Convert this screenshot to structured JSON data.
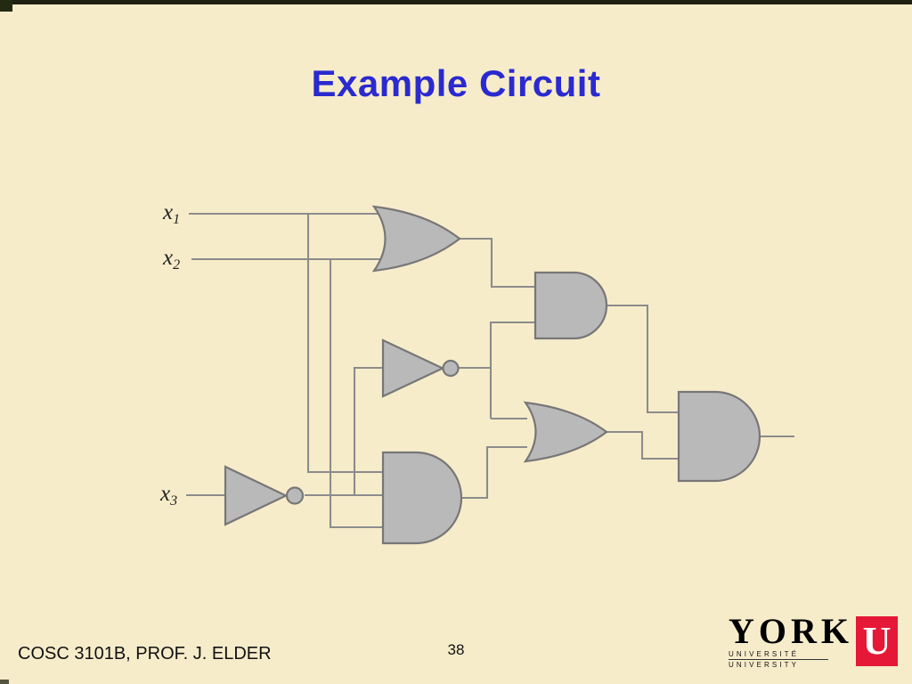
{
  "slide": {
    "title": "Example Circuit",
    "footer": {
      "course": "COSC 3101B, PROF. J. ELDER",
      "page_number": "38"
    },
    "logo": {
      "wordmark": "YORK",
      "emblem_letter": "U",
      "subtext_fr": "UNIVERSITÉ",
      "subtext_en": "UNIVERSITY"
    },
    "colors": {
      "background": "#f7ecca",
      "title": "#2a2ad0",
      "text": "#111111",
      "gate_fill": "#b9b9b9",
      "gate_stroke": "#777777",
      "wire": "#8c8c8c",
      "logo_red": "#e51937"
    }
  },
  "diagram": {
    "inputs": [
      {
        "base": "x",
        "sub": "1"
      },
      {
        "base": "x",
        "sub": "2"
      },
      {
        "base": "x",
        "sub": "3"
      }
    ],
    "gates": [
      {
        "id": "or-gate-top",
        "type": "OR"
      },
      {
        "id": "and-gate-topright",
        "type": "AND"
      },
      {
        "id": "not-gate-middle",
        "type": "NOT"
      },
      {
        "id": "not-gate-x3",
        "type": "NOT"
      },
      {
        "id": "and-gate-bottom",
        "type": "AND"
      },
      {
        "id": "or-gate-right",
        "type": "OR"
      },
      {
        "id": "and-gate-output",
        "type": "AND"
      }
    ]
  }
}
